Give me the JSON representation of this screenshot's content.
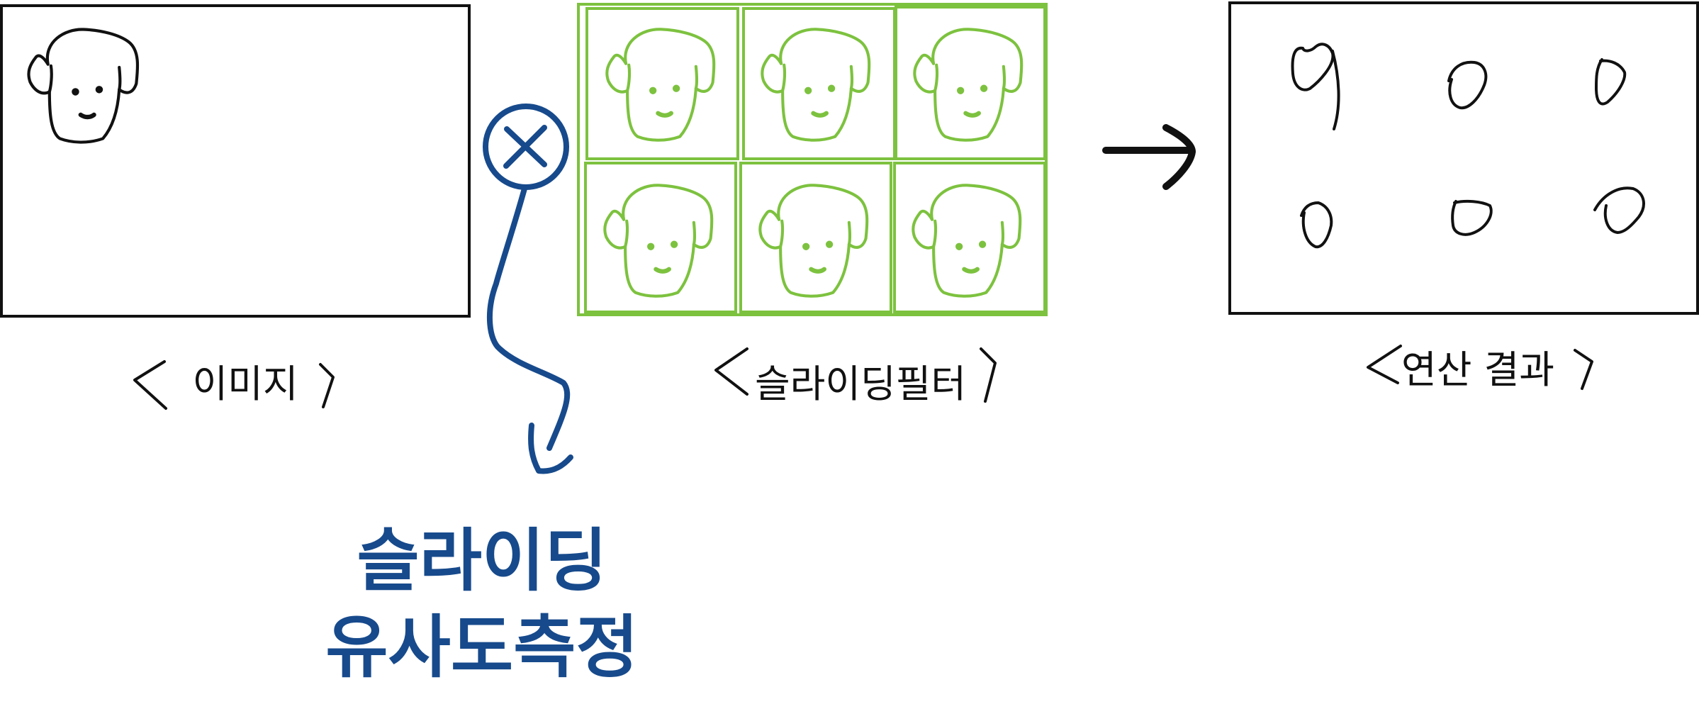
{
  "captions": {
    "image": "이미지",
    "sliding_filter": "슬라이딩필터",
    "result": "연산 결과"
  },
  "annotation": {
    "line1": "슬라이딩",
    "line2": "유사도측정"
  },
  "colors": {
    "ink": "#111111",
    "filter_green": "#7dc23f",
    "operator_blue": "#174a8c"
  },
  "icons": {
    "operator": "circled-multiply-icon",
    "arrow": "right-arrow-icon",
    "face": "face-sketch-icon",
    "result_mark": "small-loop-mark-icon"
  }
}
